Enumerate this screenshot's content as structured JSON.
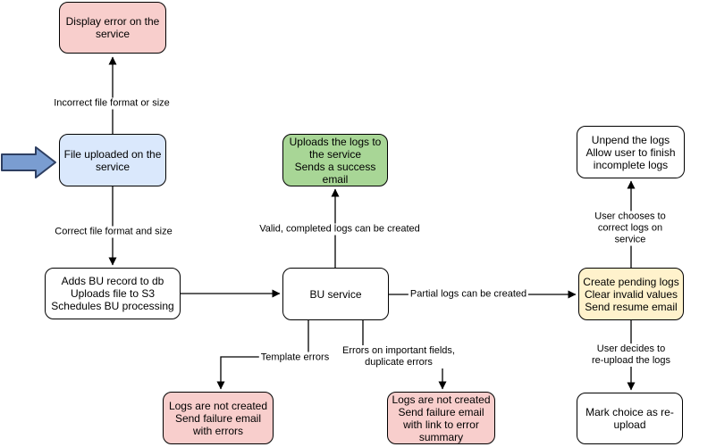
{
  "diagram": {
    "type": "flowchart",
    "background": "#ffffff",
    "colors": {
      "node_stroke": "#000000",
      "pink_fill": "#f8cecc",
      "blue_fill": "#dae8fc",
      "green_fill": "#a8d696",
      "yellow_fill": "#fff2cc",
      "white_fill": "#ffffff",
      "entry_arrow_fill": "#7a9dd1",
      "entry_arrow_stroke": "#2d3e61",
      "connector_color": "#000000"
    },
    "icons": {
      "entry_arrow": "right-arrow-icon"
    },
    "nodes": {
      "display_error": {
        "text": "Display error on the\nservice",
        "color": "pink"
      },
      "file_uploaded": {
        "text": "File uploaded on the\nservice",
        "color": "blue"
      },
      "adds_bu_record": {
        "text": "Adds BU record to db\nUploads file to S3\nSchedules BU processing",
        "color": "white"
      },
      "bu_service": {
        "text": "BU service",
        "color": "white"
      },
      "uploads_logs": {
        "text": "Uploads the logs to\nthe service\nSends a success\nemail",
        "color": "green"
      },
      "create_pending": {
        "text": "Create pending logs\nClear invalid values\nSend resume email",
        "color": "yellow"
      },
      "unpend_logs": {
        "text": "Unpend the logs\nAllow user to finish\nincomplete logs",
        "color": "white"
      },
      "mark_choice": {
        "text": "Mark choice as re-\nupload",
        "color": "white"
      },
      "logs_not_created_errors": {
        "text": "Logs are not created\nSend failure email\nwith errors",
        "color": "pink"
      },
      "logs_not_created_summary": {
        "text": "Logs are not created\nSend failure email\nwith link to error\nsummary",
        "color": "pink"
      }
    },
    "edge_labels": {
      "incorrect_format": "Incorrect file format or size",
      "correct_format": "Correct file format and size",
      "valid_completed": "Valid, completed logs can be created",
      "partial_logs": "Partial logs can be created",
      "template_errors": "Template errors",
      "important_fields": "Errors on important fields,\nduplicate errors",
      "user_chooses": "User chooses to correct logs on service",
      "user_reupload": "User decides to re-upload the logs"
    }
  }
}
